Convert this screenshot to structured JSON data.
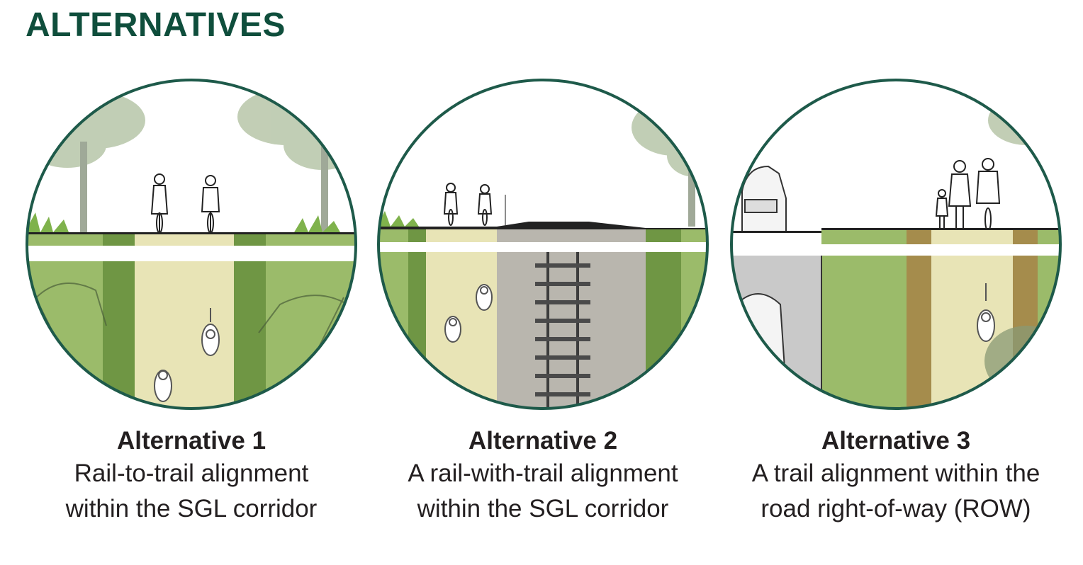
{
  "page": {
    "title": "ALTERNATIVES"
  },
  "alternatives": [
    {
      "name": "Alternative 1",
      "desc_line1": "Rail-to-trail alignment",
      "desc_line2": "within the SGL corridor"
    },
    {
      "name": "Alternative 2",
      "desc_line1": "A rail-with-trail alignment",
      "desc_line2": "within the SGL corridor"
    },
    {
      "name": "Alternative 3",
      "desc_line1": "A trail alignment within the",
      "desc_line2": "road right-of-way (ROW)"
    }
  ],
  "colors": {
    "title": "#0f4e3c",
    "circle_border": "#1e5a4a",
    "grass": "#9bbb6a",
    "grass_dark": "#6f9644",
    "trail": "#e8e4b6",
    "rail_bed": "#b9b6ae",
    "road": "#c9c9c9",
    "dirt": "#a58c4c",
    "tree": "#b7c6a8",
    "caption": "#231f20"
  },
  "icons": [
    "tree-icon",
    "cyclist-icon",
    "pedestrian-icon",
    "rail-track-icon",
    "car-icon"
  ]
}
